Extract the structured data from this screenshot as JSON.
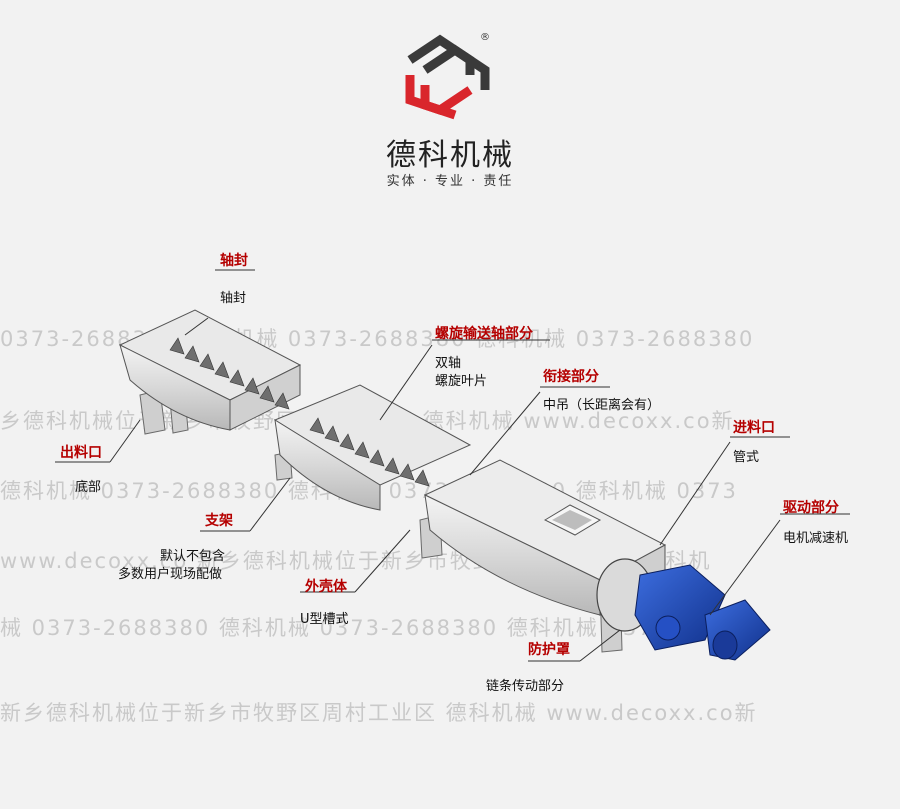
{
  "brand": {
    "name": "德科机械",
    "slogan": "实体 · 专业 · 责任",
    "registered_mark": "®",
    "colors": {
      "logo_dark": "#3a3a3a",
      "logo_red": "#d9262c"
    }
  },
  "watermarks": [
    "0373-2688380   德科机械 0373-2688380   德科机械 0373-2688380",
    "乡德科机械位于新乡市牧野区周村工业区 德科机械 www.decoxx.co新",
    "德科机械 0373-2688380   德科机械 0373-2688380   德科机械 0373",
    "www.decoxx.co   新乡德科机械位于新乡市牧野区周村工业区 德科机",
    "械 0373-2688380   德科机械 0373-2688380   德科机械 0373-2688",
    "新乡德科机械位于新乡市牧野区周村工业区 德科机械 www.decoxx.co新"
  ],
  "callouts": [
    {
      "id": "shaft-seal",
      "title": "轴封",
      "lines": [
        "轴封"
      ]
    },
    {
      "id": "screw-shaft",
      "title": "螺旋输送轴部分",
      "lines": [
        "双轴",
        "螺旋叶片"
      ]
    },
    {
      "id": "joint",
      "title": "衔接部分",
      "lines": [
        "中吊（长距离会有）"
      ]
    },
    {
      "id": "inlet",
      "title": "进料口",
      "lines": [
        "管式"
      ]
    },
    {
      "id": "drive",
      "title": "驱动部分",
      "lines": [
        "电机减速机"
      ]
    },
    {
      "id": "guard",
      "title": "防护罩",
      "lines": [
        "链条传动部分"
      ]
    },
    {
      "id": "shell",
      "title": "外壳体",
      "lines": [
        "U型槽式"
      ]
    },
    {
      "id": "support",
      "title": "支架",
      "lines": [
        "默认不包含",
        "多数用户现场配做"
      ]
    },
    {
      "id": "outlet",
      "title": "出料口",
      "lines": [
        "底部"
      ]
    }
  ],
  "colors": {
    "title_red": "#b50000",
    "motor_blue": "#1a45b8",
    "body_grey": "#d7d7d7"
  }
}
